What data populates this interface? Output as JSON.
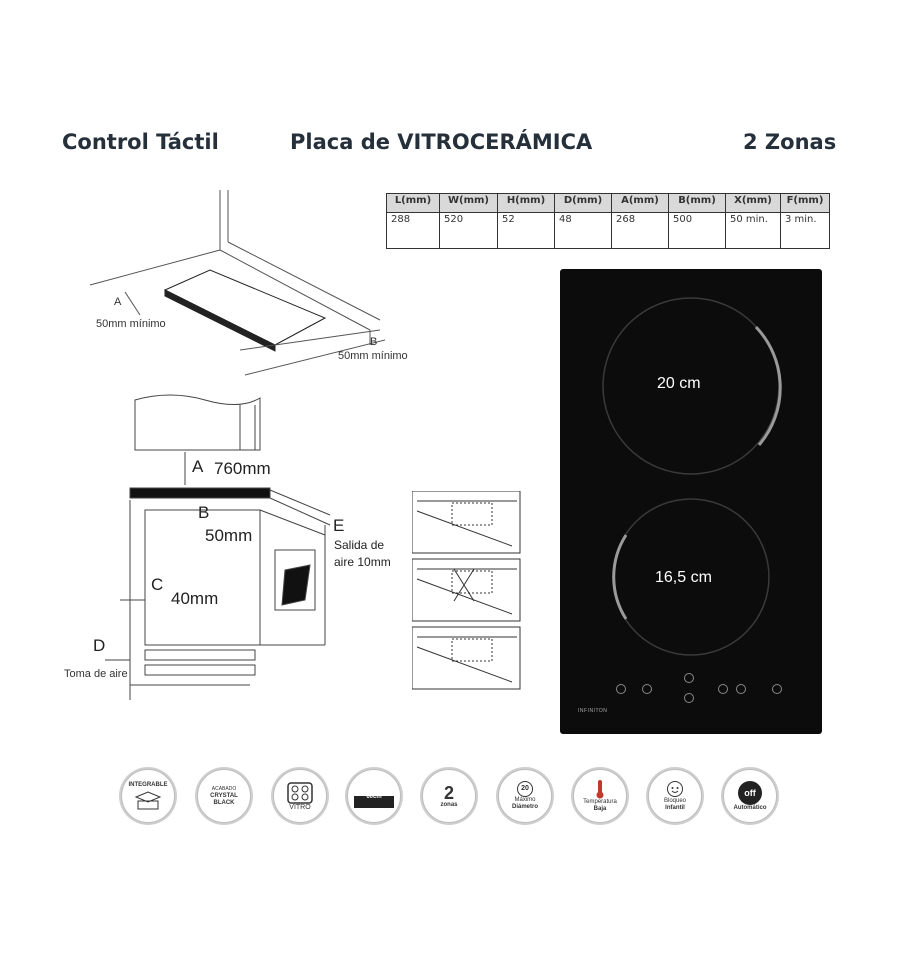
{
  "header": {
    "left": "Control Táctil",
    "center": "Placa de VITROCERÁMICA",
    "right": "2 Zonas"
  },
  "spec_table": {
    "headers": [
      "L(mm)",
      "W(mm)",
      "H(mm)",
      "D(mm)",
      "A(mm)",
      "B(mm)",
      "X(mm)",
      "F(mm)"
    ],
    "values": [
      "288",
      "520",
      "52",
      "48",
      "268",
      "500",
      "50 min.",
      "3 min."
    ]
  },
  "top_diagram": {
    "a_letter": "A",
    "a_label": "50mm mínimo",
    "b_letter": "B",
    "b_label": "50mm mínimo"
  },
  "install_diagram": {
    "a_letter": "A",
    "a_value": "760mm",
    "b_letter": "B",
    "b_value": "50mm",
    "c_letter": "C",
    "c_value": "40mm",
    "d_letter": "D",
    "d_label": "Toma de aire",
    "e_letter": "E",
    "e_label_1": "Salida de",
    "e_label_2": "aire 10mm"
  },
  "hob": {
    "zone_large": "20 cm",
    "zone_small": "16,5 cm",
    "brand": "INFINITON"
  },
  "badges": [
    {
      "icon": "built-in-icon",
      "lines": [
        "INTEGRABLE"
      ]
    },
    {
      "icon": "finish-icon",
      "lines": [
        "ACABADO",
        "CRYSTAL",
        "BLACK"
      ]
    },
    {
      "icon": "vitro-icon",
      "lines": [
        "VITRO"
      ]
    },
    {
      "icon": "width-icon",
      "lines": [
        "60cm"
      ]
    },
    {
      "icon": "zones-icon",
      "lines": [
        "2",
        "zonas"
      ]
    },
    {
      "icon": "max-diameter-icon",
      "lines": [
        "20",
        "Máximo",
        "Diámetro"
      ]
    },
    {
      "icon": "low-temperature-icon",
      "lines": [
        "Temperatura",
        "Baja"
      ]
    },
    {
      "icon": "child-lock-icon",
      "lines": [
        "Bloqueo",
        "Infantil"
      ]
    },
    {
      "icon": "auto-off-icon",
      "lines": [
        "off",
        "Automático"
      ]
    }
  ]
}
